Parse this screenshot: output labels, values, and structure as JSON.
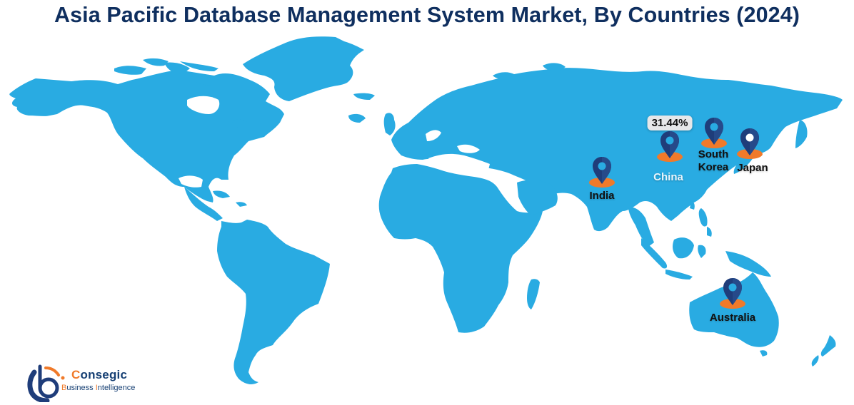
{
  "header": {
    "title": "Asia Pacific Database Management System Market, By Countries (2024)"
  },
  "colors": {
    "land": "#29abe2",
    "title": "#0f2f5f",
    "pin": "#1f3d7a",
    "pin_base": "#f07a2a",
    "badge_bg": "#e6e7e9"
  },
  "markers": [
    {
      "name": "India",
      "label": "India"
    },
    {
      "name": "China",
      "label": "China",
      "value": "31.44%"
    },
    {
      "name": "South Korea",
      "label_line1": "South",
      "label_line2": "Korea"
    },
    {
      "name": "Japan",
      "label": "Japan"
    },
    {
      "name": "Australia",
      "label": "Australia"
    }
  ],
  "logo": {
    "brand_first": "C",
    "brand_rest": "onsegic",
    "tagline_b": "B",
    "tagline_usiness": "usiness ",
    "tagline_i": "I",
    "tagline_ntelligence": "ntelligence"
  }
}
